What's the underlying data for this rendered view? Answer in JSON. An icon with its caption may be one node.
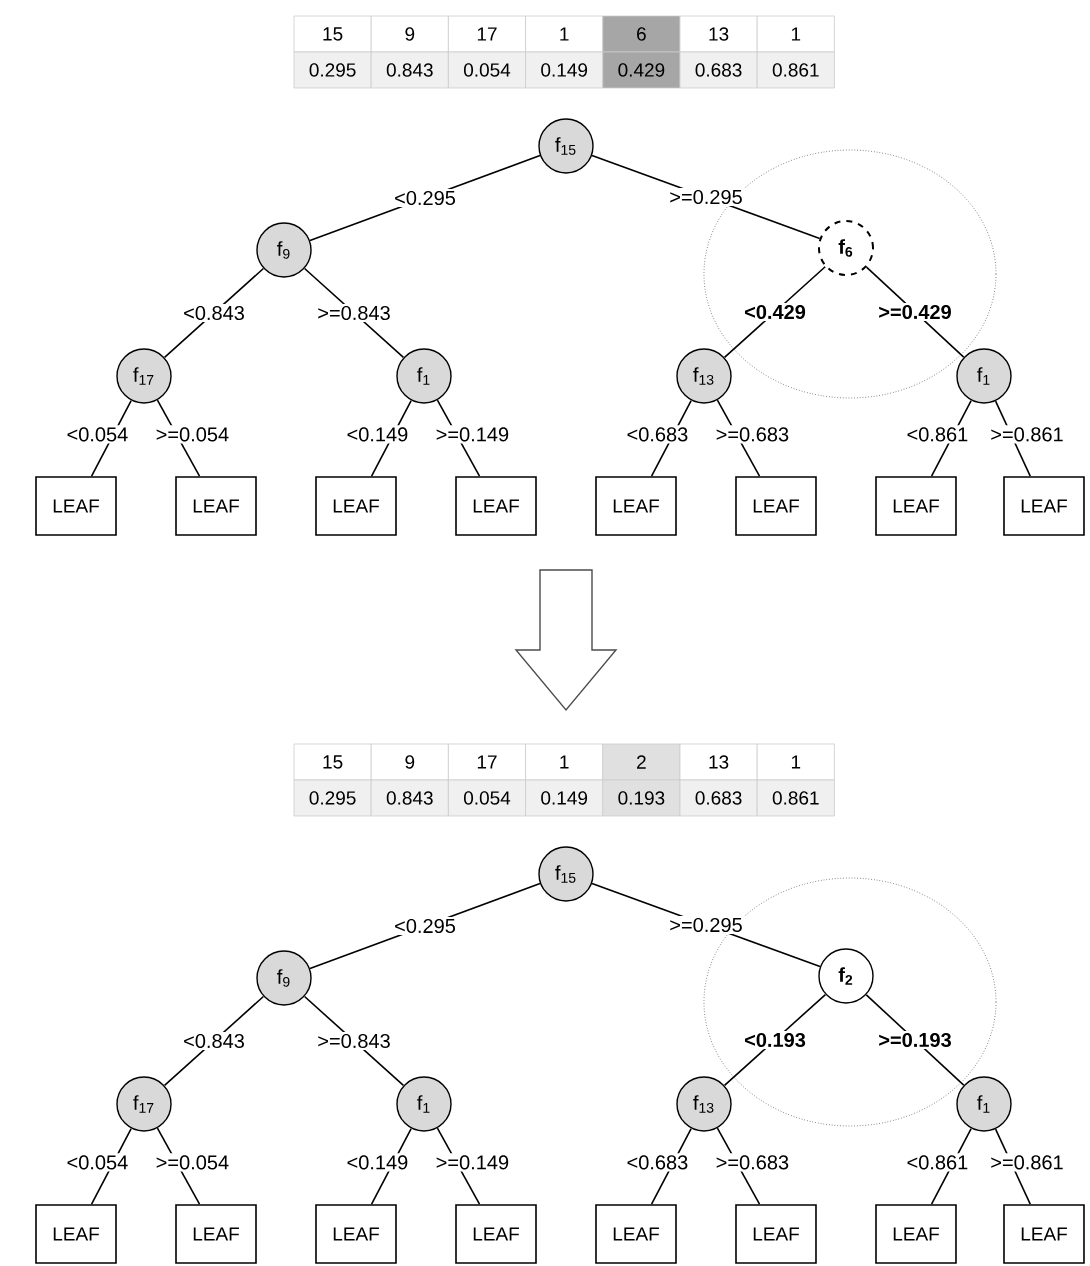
{
  "diagram": {
    "nodes": [
      {
        "text": [
          "f$_{15}$"
        ]
      },
      {
        "text": [
          "f$_{9}$"
        ]
      },
      {
        "text": [],
        "shape": "circle"
      },
      {
        "text": [
          "f$_{6}$"
        ],
        "in": 2
      },
      {
        "text": [
          "f$_{17}$"
        ]
      },
      {
        "text": [
          "f$_{1}$"
        ]
      },
      {
        "text": [
          "f$_{13}$"
        ]
      },
      {
        "text": [
          "f$_{1}$"
        ]
      },
      {
        "text": [
          "LEAF"
        ]
      },
      {
        "text": [
          "LEAF"
        ]
      },
      {
        "text": [
          "LEAF"
        ]
      },
      {
        "text": [
          "LEAF"
        ]
      },
      {
        "text": [
          "LEAF"
        ]
      },
      {
        "text": [
          "LEAF"
        ]
      },
      {
        "text": [
          "LEAF"
        ]
      },
      {
        "text": [
          "LEAF"
        ]
      },
      {
        "text": [
          "f$_{15}$"
        ]
      },
      {
        "text": [
          "f$_{9}$"
        ]
      },
      {
        "text": [],
        "shape": "circle"
      },
      {
        "text": [
          "f$_{2}$"
        ],
        "in": 18
      },
      {
        "text": [
          "f$_{17}$"
        ]
      },
      {
        "text": [
          "f$_{1}$"
        ]
      },
      {
        "text": [
          "f$_{13}$"
        ]
      },
      {
        "text": [
          "f$_{1}$"
        ]
      },
      {
        "text": [
          "LEAF"
        ]
      },
      {
        "text": [
          "LEAF"
        ]
      },
      {
        "text": [
          "LEAF"
        ]
      },
      {
        "text": [
          "LEAF"
        ]
      },
      {
        "text": [
          "LEAF"
        ]
      },
      {
        "text": [
          "LEAF"
        ]
      },
      {
        "text": [
          "LEAF"
        ]
      },
      {
        "text": [
          "LEAF"
        ]
      }
    ],
    "edges": [
      {
        "from": 0,
        "to": 1,
        "arrow": "none",
        "label": "<0.295"
      },
      {
        "from": 0,
        "to": 3,
        "arrow": "none",
        "label": ">=0.295"
      },
      {
        "from": 1,
        "to": 4,
        "arrow": "none",
        "label": "<0.843"
      },
      {
        "from": 1,
        "to": 5,
        "arrow": "none",
        "label": ">=0.843"
      },
      {
        "from": 3,
        "to": 6,
        "arrow": "none",
        "label": "<0.429"
      },
      {
        "from": 3,
        "to": 7,
        "arrow": "none",
        "label": ">=0.429"
      },
      {
        "from": 4,
        "to": 8,
        "arrow": "none",
        "label": "<0.054"
      },
      {
        "from": 4,
        "to": 9,
        "arrow": "none",
        "label": ">=0.054"
      },
      {
        "from": 5,
        "to": 10,
        "arrow": "none",
        "label": "<0.149"
      },
      {
        "from": 5,
        "to": 11,
        "arrow": "none",
        "label": ">=0.149"
      },
      {
        "from": 6,
        "to": 12,
        "arrow": "none",
        "label": "<0.683"
      },
      {
        "from": 6,
        "to": 13,
        "arrow": "none",
        "label": ">=0.683"
      },
      {
        "from": 7,
        "to": 14,
        "arrow": "none",
        "label": "<0.861"
      },
      {
        "from": 7,
        "to": 15,
        "arrow": "none",
        "label": ">=0.861"
      },
      {
        "from": 16,
        "to": 17,
        "arrow": "none",
        "label": "<0.295"
      },
      {
        "from": 16,
        "to": 19,
        "arrow": "none",
        "label": ">=0.295"
      },
      {
        "from": 17,
        "to": 20,
        "arrow": "none",
        "label": "<0.843"
      },
      {
        "from": 17,
        "to": 21,
        "arrow": "none",
        "label": ">=0.843"
      },
      {
        "from": 19,
        "to": 22,
        "arrow": "none",
        "label": "<0.193"
      },
      {
        "from": 19,
        "to": 23,
        "arrow": "none",
        "label": ">=0.193"
      },
      {
        "from": 20,
        "to": 24,
        "arrow": "none",
        "label": "<0.054"
      },
      {
        "from": 20,
        "to": 25,
        "arrow": "none",
        "label": ">=0.054"
      },
      {
        "from": 21,
        "to": 26,
        "arrow": "none",
        "label": "<0.149"
      },
      {
        "from": 21,
        "to": 27,
        "arrow": "none",
        "label": ">=0.149"
      },
      {
        "from": 22,
        "to": 28,
        "arrow": "none",
        "label": "<0.683"
      },
      {
        "from": 22,
        "to": 29,
        "arrow": "none",
        "label": ">=0.683"
      },
      {
        "from": 23,
        "to": 30,
        "arrow": "none",
        "label": "<0.861"
      },
      {
        "from": 23,
        "to": 31,
        "arrow": "none",
        "label": ">=0.861"
      }
    ],
    "labels": [
      "15",
      "9",
      "17",
      "1",
      "6",
      "13",
      "1",
      "0.295",
      "0.843",
      "0.054",
      "0.149",
      "0.429",
      "0.683",
      "0.861",
      "15",
      "9",
      "17",
      "1",
      "2",
      "13",
      "1",
      "0.295",
      "0.843",
      "0.054",
      "0.149",
      "0.193",
      "0.683",
      "0.861"
    ]
  }
}
